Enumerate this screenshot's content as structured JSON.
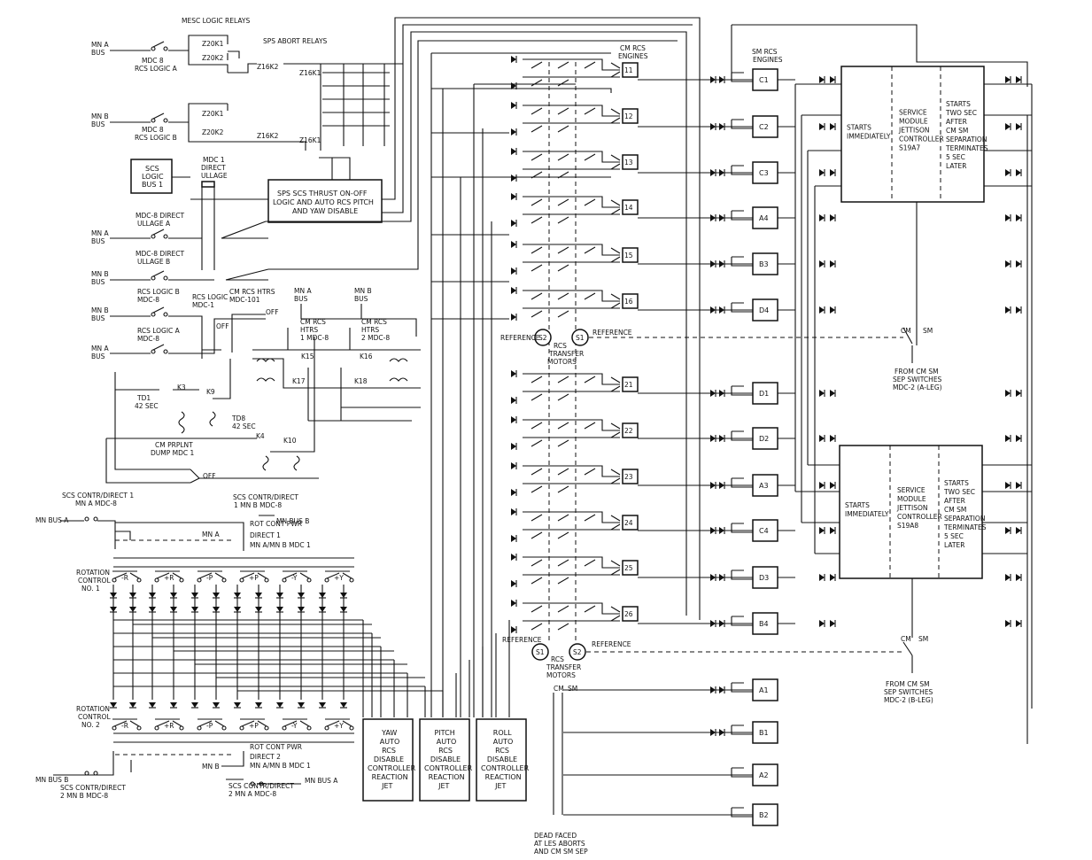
{
  "labels": {
    "mesc_logic_relays": "MESC LOGIC RELAYS",
    "sps_abort_relays": "SPS ABORT RELAYS",
    "mn_a_bus_1": "MN A",
    "mn_a_bus_1b": "BUS",
    "mdc8_rcs_logic_a_1": "MDC 8",
    "mdc8_rcs_logic_a_2": "RCS LOGIC A",
    "mn_b_bus_1": "MN B",
    "mn_b_bus_1b": "BUS",
    "mdc8_rcs_logic_b_1": "MDC 8",
    "mdc8_rcs_logic_b_2": "RCS LOGIC B",
    "z20k1_a": "Z20K1",
    "z20k2_a": "Z20K2",
    "z16k2_a": "Z16K2",
    "z16k1_a": "Z16K1",
    "z20k1_b": "Z20K1",
    "z20k2_b": "Z20K2",
    "z16k2_b": "Z16K2",
    "z16k1_b": "Z16K1",
    "scs_logic_1": "SCS",
    "scs_logic_2": "LOGIC",
    "scs_logic_3": "BUS 1",
    "mdc1_1": "MDC 1",
    "mdc1_2": "DIRECT",
    "mdc1_3": "ULLAGE",
    "sps_thrust_1": "SPS SCS THRUST ON-OFF",
    "sps_thrust_2": "LOGIC AND AUTO RCS PITCH",
    "sps_thrust_3": "AND YAW DISABLE",
    "mdc8_ullage_a_1": "MDC-8 DIRECT",
    "mdc8_ullage_a_2": "ULLAGE A",
    "mn_a_bus_2": "MN A",
    "mn_a_bus_2b": "BUS",
    "mdc8_ullage_b_1": "MDC-8 DIRECT",
    "mdc8_ullage_b_2": "ULLAGE B",
    "mn_b_bus_2": "MN B",
    "mn_b_bus_2b": "BUS",
    "rcs_logic_b_mdc8_1": "RCS LOGIC B",
    "rcs_logic_b_mdc8_2": "MDC-8",
    "rcs_logic_mdc1_1": "RCS LOGIC",
    "rcs_logic_mdc1_2": "MDC-1",
    "cm_rcs_htrs_mdc101_1": "CM RCS HTRS",
    "cm_rcs_htrs_mdc101_2": "MDC-101",
    "off_1": "OFF",
    "off_2": "OFF",
    "mn_b_bus_3": "MN B",
    "mn_b_bus_3b": "BUS",
    "rcs_logic_a_mdc8_1": "RCS LOGIC A",
    "rcs_logic_a_mdc8_2": "MDC-8",
    "mn_a_bus_3": "MN A",
    "mn_a_bus_3b": "BUS",
    "mn_a_bus_4": "MN A",
    "mn_a_bus_4b": "BUS",
    "mn_b_bus_4": "MN B",
    "mn_b_bus_4b": "BUS",
    "cm_rcs_htrs1_1": "CM RCS",
    "cm_rcs_htrs1_2": "HTRS",
    "cm_rcs_htrs1_3": "1 MDC-8",
    "cm_rcs_htrs2_1": "CM RCS",
    "cm_rcs_htrs2_2": "HTRS",
    "cm_rcs_htrs2_3": "2 MDC-8",
    "k15": "K15",
    "k16": "K16",
    "k17": "K17",
    "k18": "K18",
    "td1_1": "TD1",
    "td1_2": "42 SEC",
    "k3": "K3",
    "k9": "K9",
    "td8_1": "TD8",
    "td8_2": "42 SEC",
    "k4": "K4",
    "k10": "K10",
    "cm_prplnt_1": "CM PRPLNT",
    "cm_prplnt_2": "DUMP MDC 1",
    "scs_contr_1a": "SCS CONTR/DIRECT 1",
    "scs_contr_1b": "MN A MDC-8",
    "mn_bus_a_1": "MN BUS A",
    "scs_contr_1c": "SCS CONTR/DIRECT",
    "scs_contr_1d": "1 MN B MDC-8",
    "mn_bus_b_1": "MN BUS B",
    "rot_cont_1a": "ROT CONT PWR",
    "rot_cont_1b": "DIRECT 1",
    "rot_cont_1c": "MN A/MN B MDC 1",
    "mn_a_small": "MN A",
    "rotation_control_1a": "ROTATION",
    "rotation_control_1b": "CONTROL",
    "rotation_control_1c": "NO. 1",
    "rotation_control_2a": "ROTATION",
    "rotation_control_2b": "CONTROL",
    "rotation_control_2c": "NO. 2",
    "rot_cont_2a": "ROT CONT PWR",
    "rot_cont_2b": "DIRECT 2",
    "rot_cont_2c": "MN A/MN B MDC 1",
    "mn_b_small": "MN B",
    "mn_bus_b_2": "MN BUS B",
    "scs_contr_2a": "SCS CONTR/DIRECT",
    "scs_contr_2b": "2 MN B MDC-8",
    "scs_contr_2c": "SCS CONTR/DIRECT",
    "scs_contr_2d": "2 MN A MDC-8",
    "mn_bus_a_2": "MN BUS A",
    "cm_rcs_engines_1": "CM RCS",
    "cm_rcs_engines_2": "ENGINES",
    "sm_rcs_engines_1": "SM RCS",
    "sm_rcs_engines_2": "ENGINES",
    "reference_1": "REFERENCE",
    "reference_2": "REFERENCE",
    "reference_3": "REFERENCE",
    "reference_4": "REFERENCE",
    "rcs_transfer_1a": "RCS",
    "rcs_transfer_1b": "TRANSFER",
    "rcs_transfer_1c": "MOTORS",
    "rcs_transfer_2a": "RCS",
    "rcs_transfer_2b": "TRANSFER",
    "rcs_transfer_2c": "MOTORS",
    "cm_1": "CM",
    "sm_1": "SM",
    "cm_2": "CM",
    "sm_2": "SM",
    "cm_3": "CM",
    "sm_3": "SM",
    "from_cm_sm_1a": "FROM CM SM",
    "from_cm_sm_1b": "SEP SWITCHES",
    "from_cm_sm_1c": "MDC-2 (A-LEG)",
    "from_cm_sm_2a": "FROM CM SM",
    "from_cm_sm_2b": "SEP SWITCHES",
    "from_cm_sm_2c": "MDC-2 (B-LEG)",
    "dead_faced_1": "DEAD FACED",
    "dead_faced_2": "AT LES ABORTS",
    "dead_faced_3": "AND CM SM SEP"
  },
  "rotation_1": [
    "-R",
    "+R",
    "-P",
    "+P",
    "-Y",
    "+Y"
  ],
  "rotation_2": [
    "-R",
    "+R",
    "-P",
    "+P",
    "-Y",
    "+Y"
  ],
  "cm_engines": [
    "11",
    "12",
    "13",
    "14",
    "15",
    "16",
    "21",
    "22",
    "23",
    "24",
    "25",
    "26"
  ],
  "sm_engines_right": [
    "C1",
    "C2",
    "C3",
    "A4",
    "B3",
    "D4",
    "D1",
    "D2",
    "A3",
    "C4",
    "D3",
    "B4"
  ],
  "sm_engines_bottom": [
    "A1",
    "B1",
    "A2",
    "B2"
  ],
  "motors_1": [
    "S2",
    "S1"
  ],
  "motors_2": [
    "S1",
    "S2"
  ],
  "disable_boxes": [
    [
      "YAW",
      "AUTO",
      "RCS",
      "DISABLE",
      "CONTROLLER",
      "REACTION",
      "JET"
    ],
    [
      "PITCH",
      "AUTO",
      "RCS",
      "DISABLE",
      "CONTROLLER",
      "REACTION",
      "JET"
    ],
    [
      "ROLL",
      "AUTO",
      "RCS",
      "DISABLE",
      "CONTROLLER",
      "REACTION",
      "JET"
    ]
  ],
  "controller_1": {
    "left": [
      "STARTS",
      "IMMEDIATELY"
    ],
    "mid": [
      "SERVICE",
      "MODULE",
      "JETTISON",
      "CONTROLLER",
      "S19A7"
    ],
    "right": [
      "STARTS",
      "TWO SEC",
      "AFTER",
      "CM SM",
      "SEPARATION",
      "TERMINATES",
      "5 SEC",
      "LATER"
    ]
  },
  "controller_2": {
    "left": [
      "STARTS",
      "IMMEDIATELY"
    ],
    "mid": [
      "SERVICE",
      "MODULE",
      "JETTISON",
      "CONTROLLER",
      "S19A8"
    ],
    "right": [
      "STARTS",
      "TWO SEC",
      "AFTER",
      "CM SM",
      "SEPARATION",
      "TERMINATES",
      "5 SEC",
      "LATER"
    ]
  }
}
